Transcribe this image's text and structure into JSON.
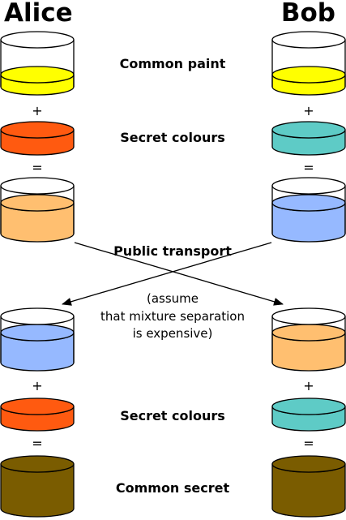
{
  "people": {
    "left": "Alice",
    "right": "Bob"
  },
  "steps": {
    "common_paint": "Common paint",
    "secret_colours_top": "Secret colours",
    "public_transport": "Public transport",
    "note_line1": "(assume",
    "note_line2": "that mixture separation",
    "note_line3": "is expensive)",
    "secret_colours_bottom": "Secret colours",
    "common_secret": "Common secret"
  },
  "operators": {
    "plus": "+",
    "equals": "="
  },
  "colors": {
    "common_paint": "#ffff00",
    "alice_secret": "#ff5a10",
    "bob_secret": "#5ecbc6",
    "alice_mix": "#ffbf70",
    "bob_mix": "#96b9ff",
    "common_secret": "#7a5c00",
    "outline": "#000000",
    "arrow": "#000000"
  },
  "icons": {
    "container": "paint-cylinder-icon",
    "arrow": "cross-arrow-icon"
  }
}
